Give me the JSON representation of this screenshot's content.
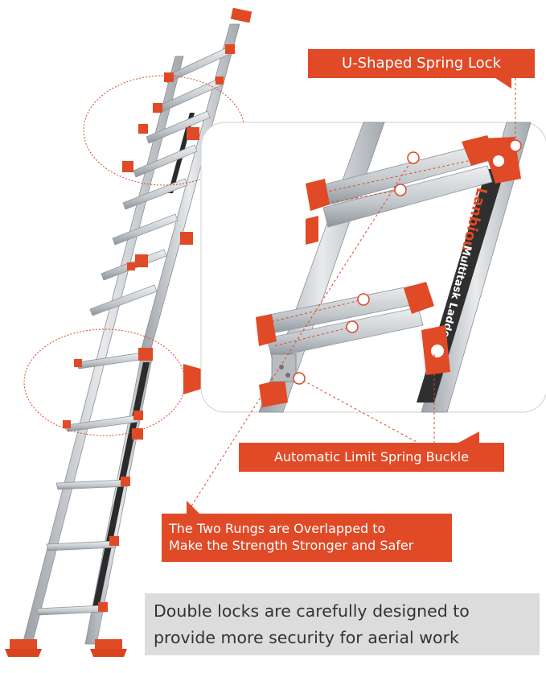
{
  "callouts": {
    "spring_lock": "U-Shaped Spring Lock",
    "limit_buckle": "Automatic  Limit Spring Buckle",
    "rungs_line1": "The Two Rungs are Overlapped to",
    "rungs_line2": "Make the Strength Stronger and Safer"
  },
  "caption": {
    "line1": "Double locks are carefully designed to",
    "line2": "provide more security for aerial work"
  },
  "ladder_label": {
    "brand": "Lanbiou",
    "product": "Multitask Ladder"
  },
  "colors": {
    "accent": "#e04a26",
    "aluminum": "#c9cdd1",
    "caption_bg": "#dcdcdc"
  }
}
